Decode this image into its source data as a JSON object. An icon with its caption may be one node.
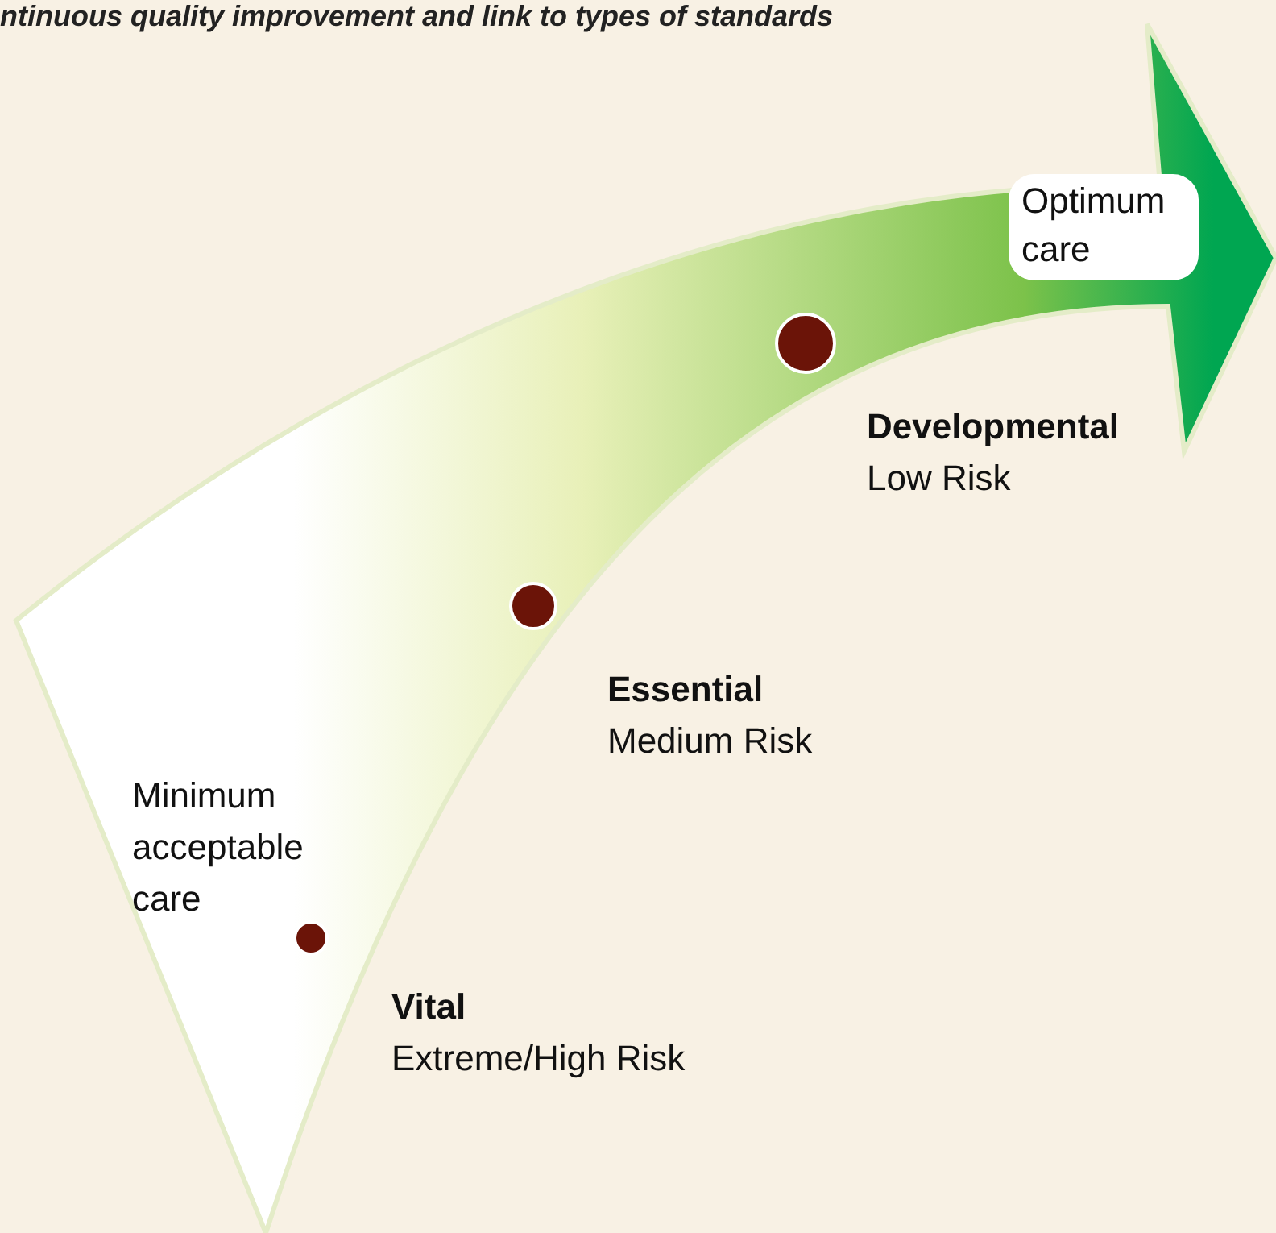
{
  "diagram": {
    "title": "ntinuous quality improvement and link to types of standards",
    "nodes": [
      {
        "text": [
          "Minimum acceptable care"
        ]
      },
      {
        "text": [
          "Optimum care"
        ],
        "in": 0
      },
      {
        "text": [],
        "shape": "circle",
        "in": 0,
        "beside": [
          "Vital",
          "Extreme/High Risk"
        ]
      },
      {
        "text": [],
        "shape": "circle",
        "in": 0,
        "beside": [
          "Essential",
          "Medium Risk"
        ]
      },
      {
        "text": [],
        "shape": "circle",
        "in": 0,
        "beside": [
          "Developmental",
          "Low Risk"
        ]
      }
    ]
  }
}
